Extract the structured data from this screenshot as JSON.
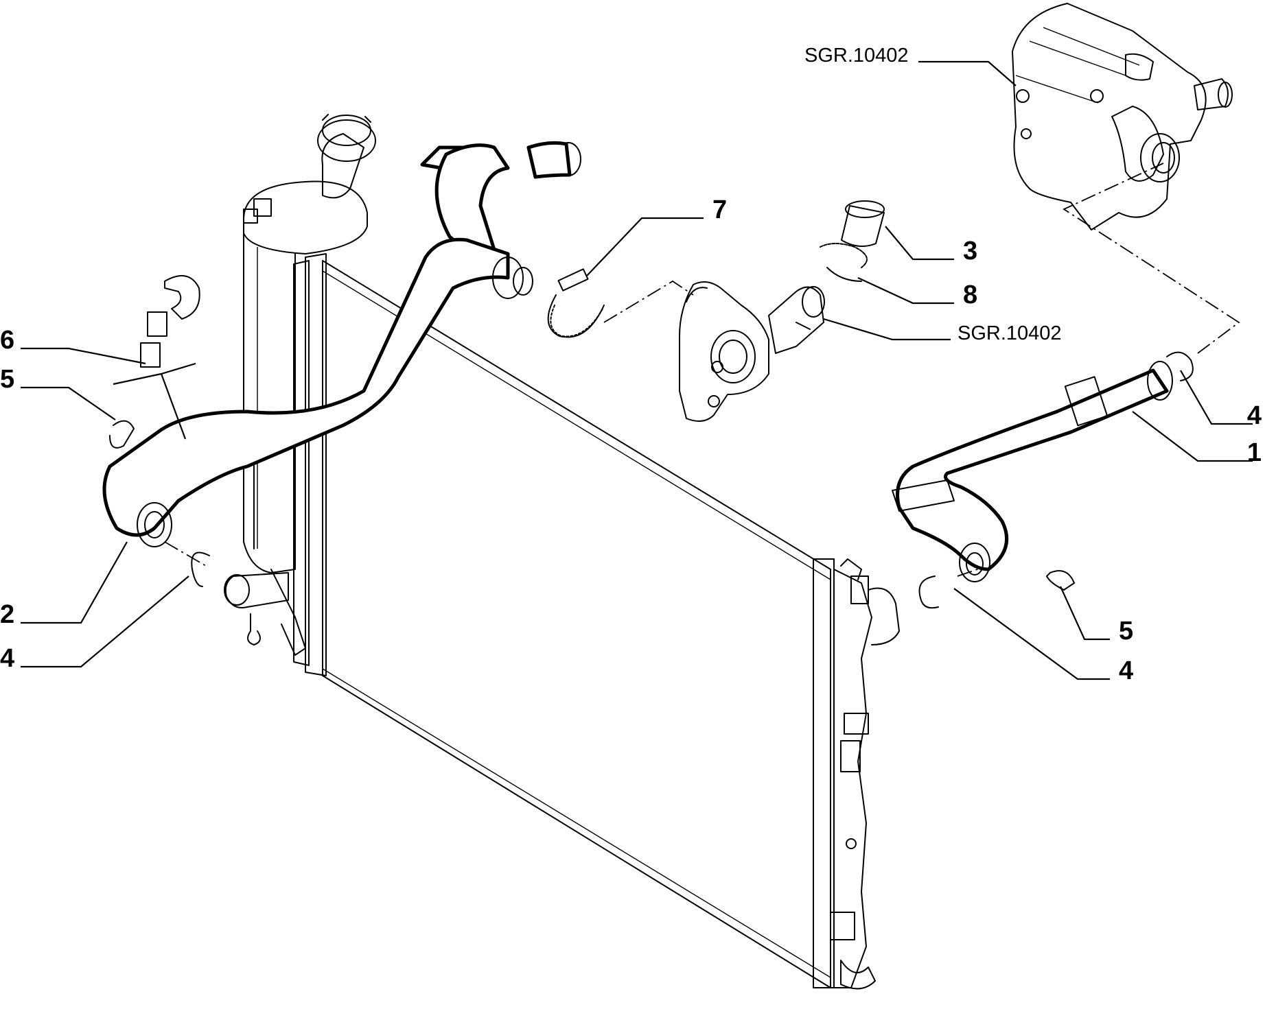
{
  "callouts": {
    "c1": "1",
    "c2": "2",
    "c3": "3",
    "c4a": "4",
    "c4b": "4",
    "c4c": "4",
    "c5a": "5",
    "c5b": "5",
    "c6": "6",
    "c7": "7",
    "c8": "8"
  },
  "references": {
    "ref_top": "SGR.10402",
    "ref_mid": "SGR.10402"
  }
}
